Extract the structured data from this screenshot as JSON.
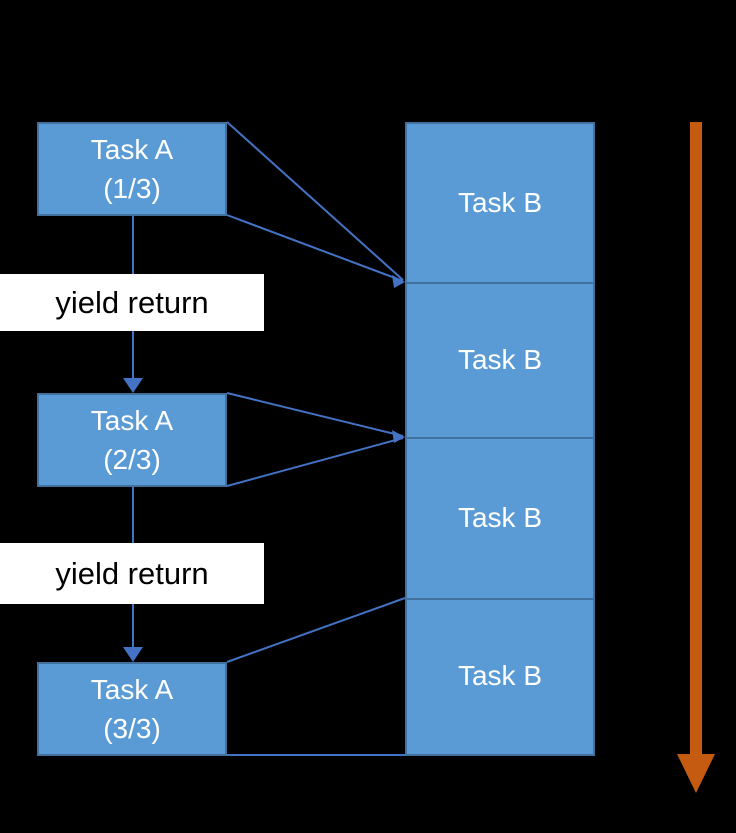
{
  "diagram": {
    "task_a_blocks": [
      {
        "title": "Task A",
        "subtitle": "(1/3)"
      },
      {
        "title": "Task A",
        "subtitle": "(2/3)"
      },
      {
        "title": "Task A",
        "subtitle": "(3/3)"
      }
    ],
    "yield_labels": [
      {
        "text": "yield return"
      },
      {
        "text": "yield return"
      }
    ],
    "task_b_blocks": [
      {
        "label": "Task B"
      },
      {
        "label": "Task B"
      },
      {
        "label": "Task B"
      },
      {
        "label": "Task B"
      }
    ],
    "colors": {
      "background": "#000000",
      "box_fill": "#5B9BD5",
      "box_border": "#41719C",
      "box_text": "#FFFFFF",
      "connector_line": "#4472C4",
      "yield_label_bg": "#FFFFFF",
      "yield_label_text": "#000000",
      "timeline_arrow": "#C55A11"
    }
  }
}
